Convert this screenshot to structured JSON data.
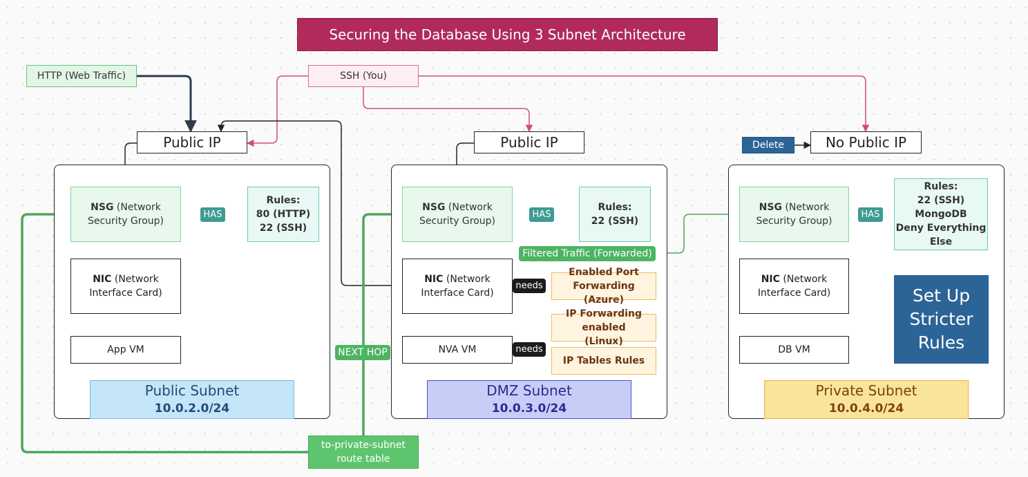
{
  "title": "Securing the Database Using 3 Subnet Architecture",
  "sources": {
    "http": "HTTP (Web Traffic)",
    "ssh": "SSH (You)"
  },
  "public": {
    "ip": "Public IP",
    "nsg_bold": "NSG",
    "nsg_rest": "(Network Security Group)",
    "has": "HAS",
    "rules": [
      "Rules:",
      "80 (HTTP)",
      "22 (SSH)"
    ],
    "nic_bold": "NIC",
    "nic_rest": "(Network Interface Card)",
    "vm": "App VM",
    "subnet_name": "Public Subnet",
    "subnet_cidr": "10.0.2.0/24"
  },
  "dmz": {
    "ip": "Public IP",
    "nsg_bold": "NSG",
    "nsg_rest": "(Network Security Group)",
    "has": "HAS",
    "rules": [
      "Rules:",
      "22 (SSH)"
    ],
    "nic_bold": "NIC",
    "nic_rest": "(Network Interface Card)",
    "vm": "NVA VM",
    "needs1": "needs",
    "needs2": "needs",
    "port_forwarding": "Enabled Port Forwarding (Azure)",
    "ip_forwarding": "IP Forwarding enabled (Linux)",
    "ip_tables": "IP Tables Rules",
    "subnet_name": "DMZ Subnet",
    "subnet_cidr": "10.0.3.0/24"
  },
  "private": {
    "ip": "No Public IP",
    "delete": "Delete",
    "nsg_bold": "NSG",
    "nsg_rest": "(Network Security Group)",
    "has": "HAS",
    "rules": [
      "Rules:",
      "22 (SSH)",
      "MongoDB",
      "Deny Everything Else"
    ],
    "nic_bold": "NIC",
    "nic_rest": "(Network Interface Card)",
    "vm": "DB VM",
    "stricter": "Set Up Stricter Rules",
    "subnet_name": "Private Subnet",
    "subnet_cidr": "10.0.4.0/24"
  },
  "flow": {
    "filtered": "Filtered Traffic (Forwarded)",
    "next_hop": "NEXT HOP",
    "route_table": "to-private-subnet route table"
  },
  "colors": {
    "title": "#b02a5b",
    "http_arrow": "#2e3b4e",
    "ssh_arrow": "#d04a80",
    "green_arrow": "#4aa85c",
    "teal_arrow": "#3e9b91",
    "delete": "#2c6497"
  }
}
